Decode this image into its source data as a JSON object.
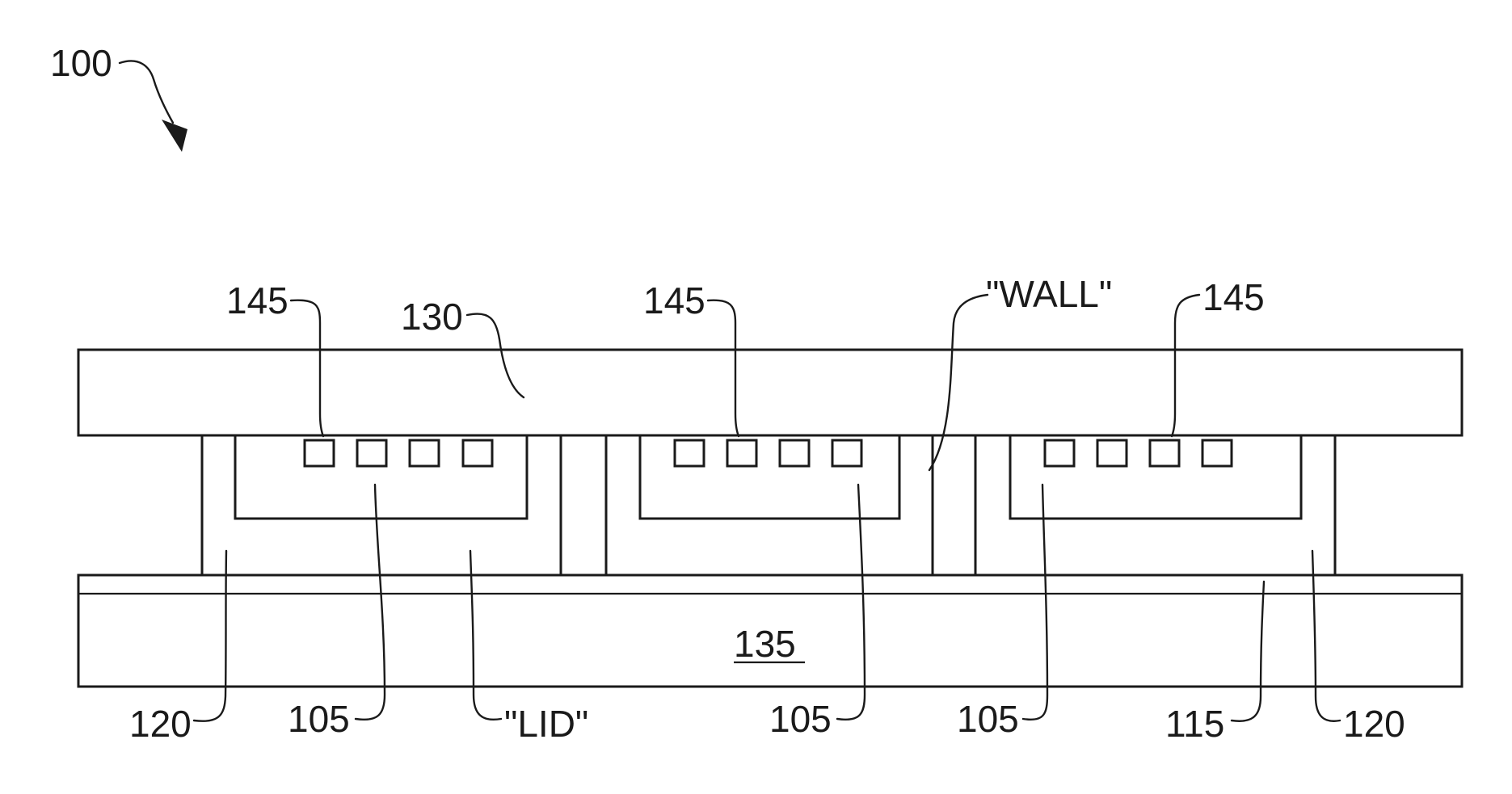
{
  "figure": {
    "ref_numeral": "100",
    "labels": {
      "contact_left": "145",
      "contact_middle": "145",
      "contact_right": "145",
      "top_substrate": "130",
      "wall": "\"WALL\"",
      "lid": "\"LID\"",
      "die_left": "105",
      "die_middle": "105",
      "die_right": "105",
      "bottom_substrate": "135",
      "bottom_layer": "115",
      "side_left": "120",
      "side_right": "120"
    }
  }
}
